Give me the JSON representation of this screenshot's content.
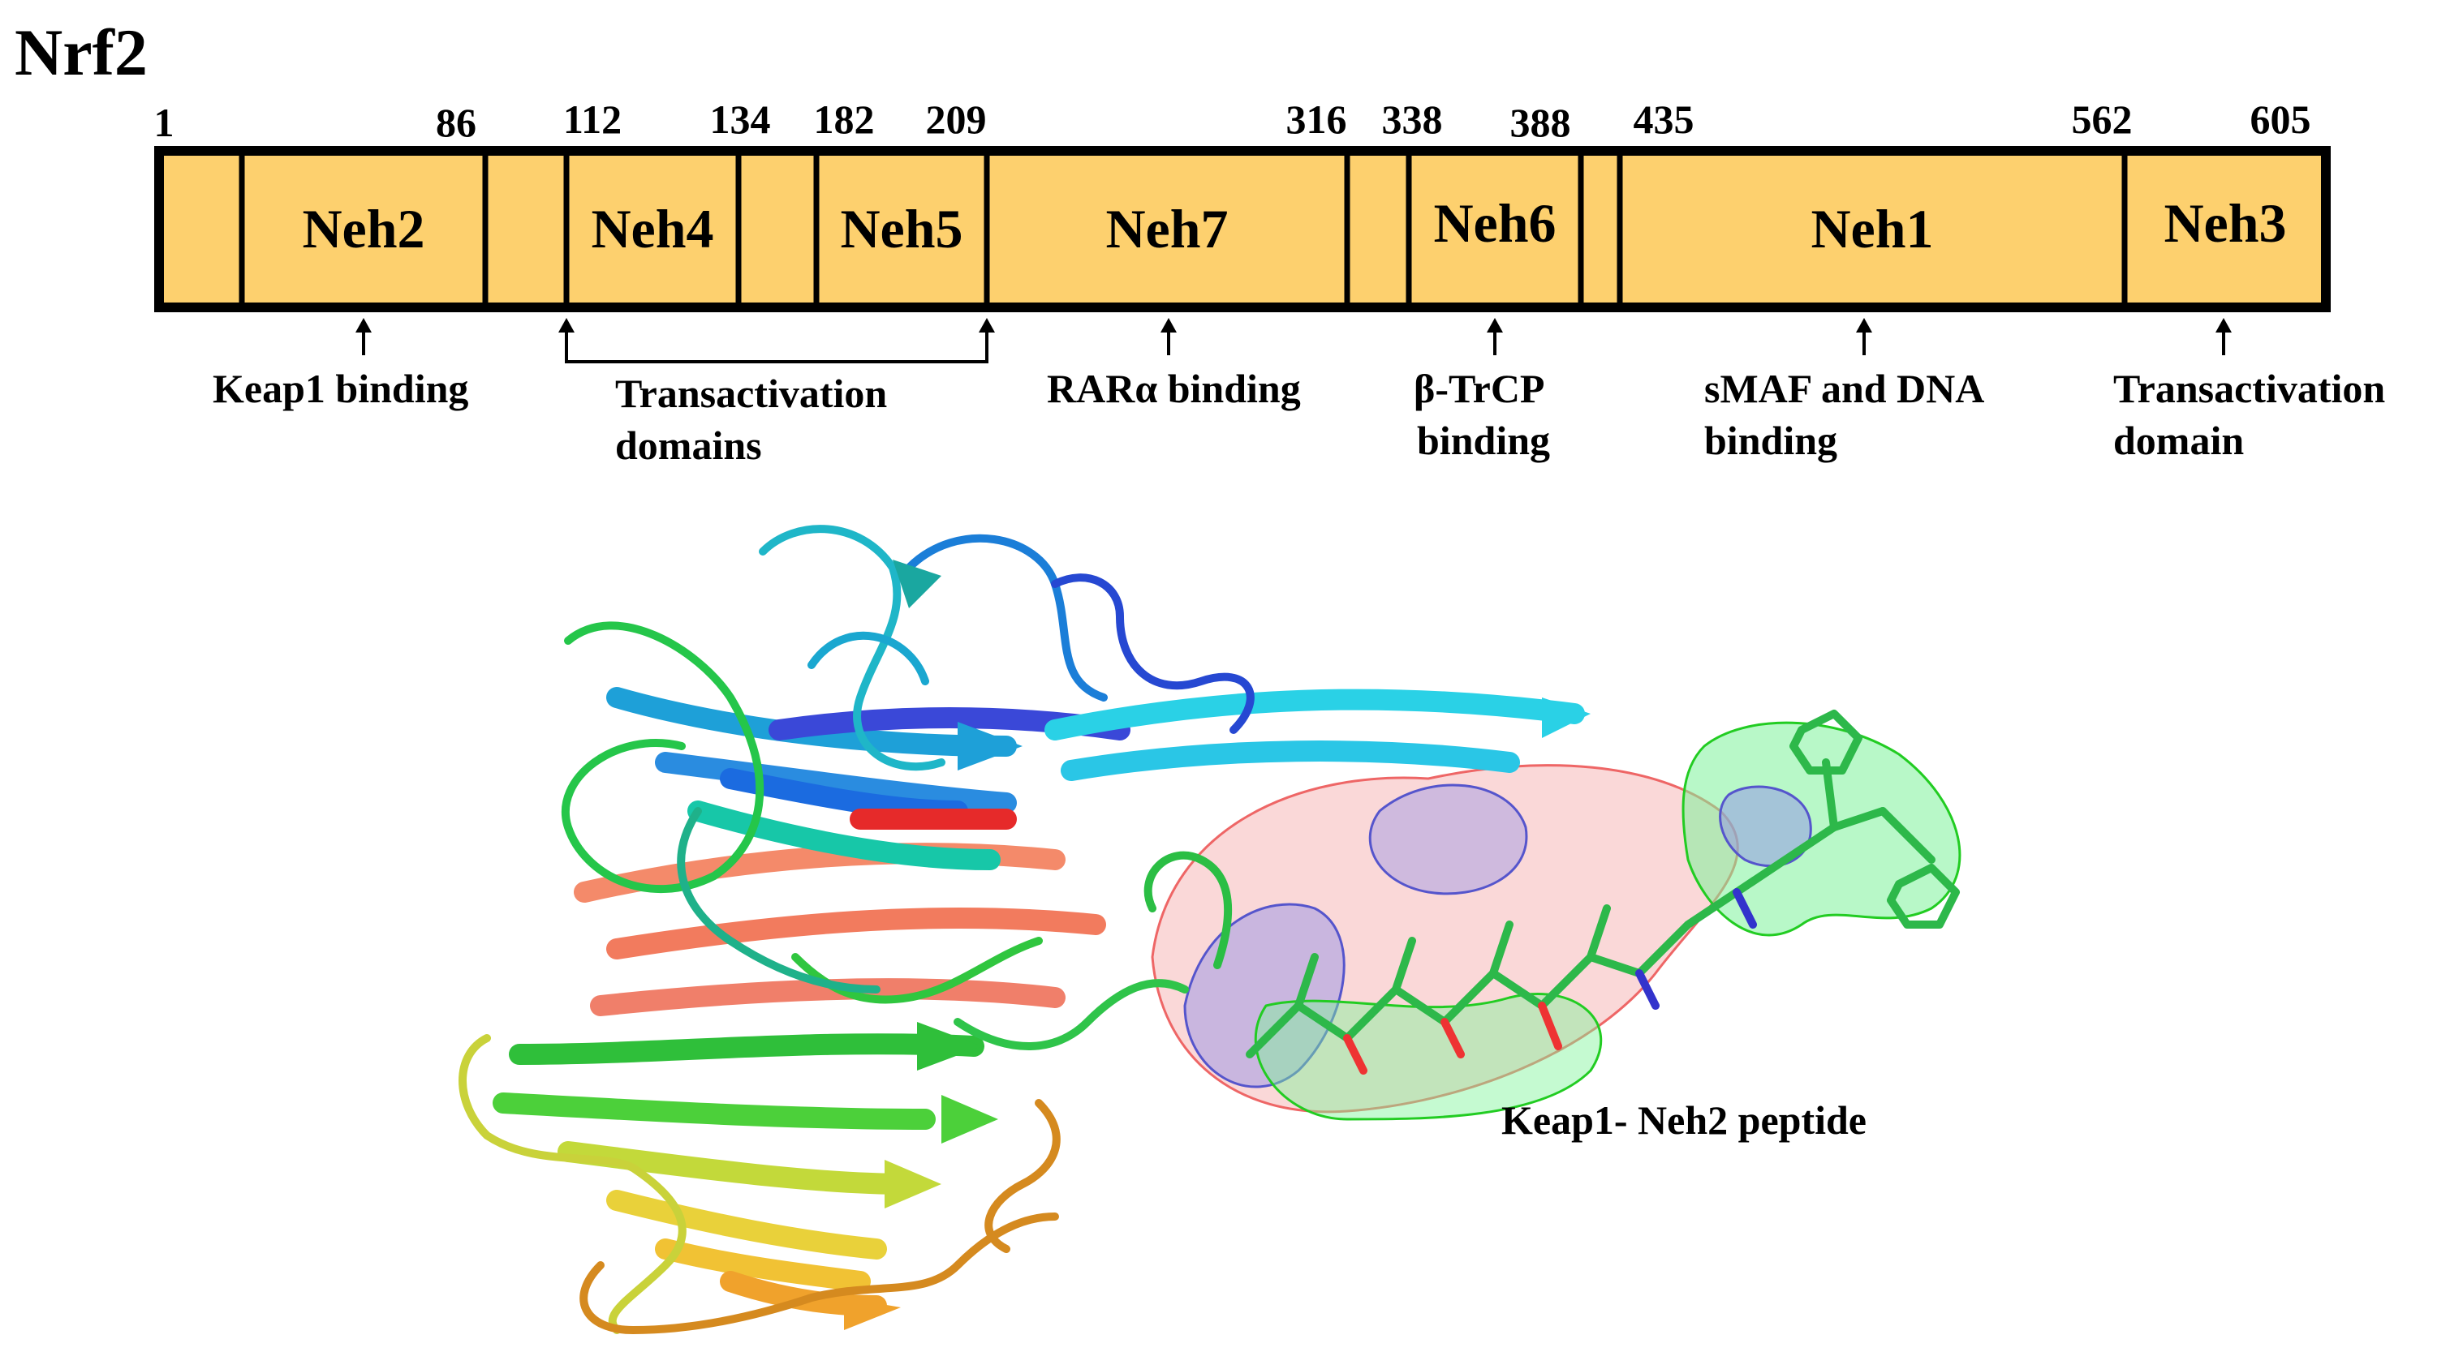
{
  "title": "Nrf2",
  "colors": {
    "domain_fill": "#FDD06E",
    "outline": "#000000",
    "text": "#000000"
  },
  "positions": [
    "1",
    "86",
    "112",
    "134",
    "182",
    "209",
    "316",
    "338",
    "388",
    "435",
    "562",
    "605"
  ],
  "domains": [
    {
      "name": "Neh2"
    },
    {
      "name": "Neh4"
    },
    {
      "name": "Neh5"
    },
    {
      "name": "Neh7"
    },
    {
      "name": "Neh6"
    },
    {
      "name": "Neh1"
    },
    {
      "name": "Neh3"
    }
  ],
  "annotations": [
    {
      "lines": [
        "Keap1 binding"
      ]
    },
    {
      "lines": [
        "Transactivation",
        "domains"
      ]
    },
    {
      "lines": [
        "RARα binding"
      ]
    },
    {
      "lines": [
        "β-TrCP",
        "binding"
      ]
    },
    {
      "lines": [
        "sMAF and DNA",
        "binding"
      ]
    },
    {
      "lines": [
        "Transactivation",
        "domain"
      ]
    }
  ],
  "structure": {
    "caption": "Keap1- Neh2 peptide",
    "depiction": "ribbon"
  }
}
